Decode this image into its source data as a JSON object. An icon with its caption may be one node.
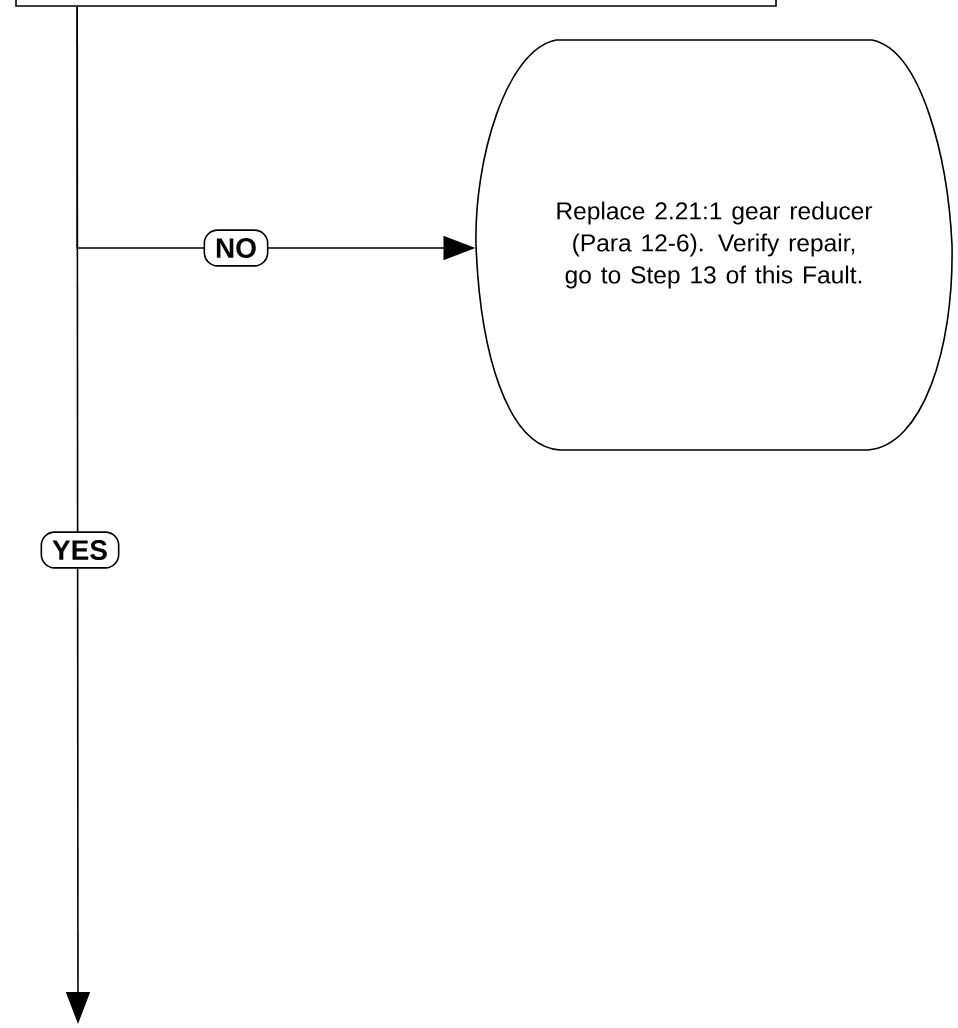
{
  "diagram": {
    "nodes": [
      {
        "text": [],
        "shape": "box"
      },
      {
        "text": [
          "Replace 2.21:1 gear reducer (Para 12-6). Verify repair, go to Step 13 of this Fault."
        ]
      }
    ],
    "edges": [
      {
        "from": 0,
        "to": 1,
        "arrow": "to",
        "label": "NO"
      },
      {
        "from": 0,
        "to": null,
        "arrow": "to",
        "label": "YES"
      }
    ]
  }
}
